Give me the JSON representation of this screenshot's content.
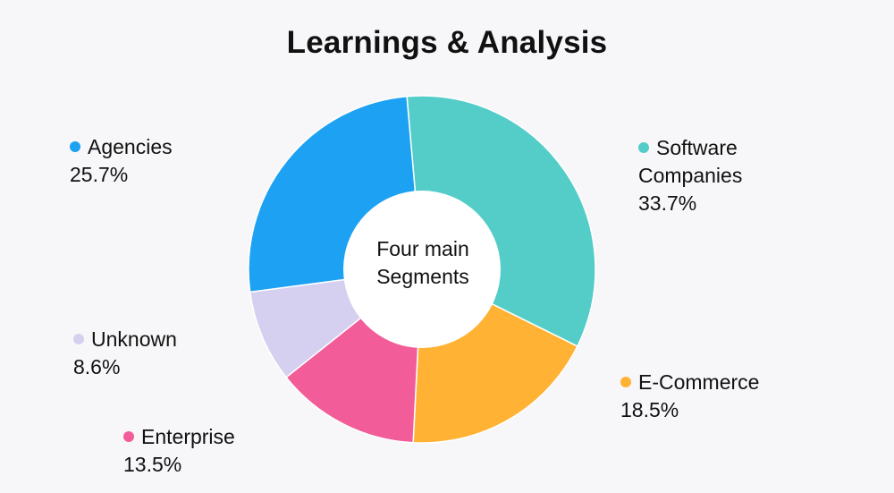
{
  "chart_data": {
    "type": "pie",
    "title": "Learnings & Analysis",
    "center_label": [
      "Four main",
      "Segments"
    ],
    "slices": [
      {
        "name": "Software Companies",
        "label_lines": [
          "Software",
          "Companies"
        ],
        "value": 33.7,
        "value_label": "33.7%",
        "color": "#54cdc8"
      },
      {
        "name": "E-Commerce",
        "label_lines": [
          "E-Commerce"
        ],
        "value": 18.5,
        "value_label": "18.5%",
        "color": "#ffb233"
      },
      {
        "name": "Enterprise",
        "label_lines": [
          "Enterprise"
        ],
        "value": 13.5,
        "value_label": "13.5%",
        "color": "#f25c98"
      },
      {
        "name": "Unknown",
        "label_lines": [
          "Unknown"
        ],
        "value": 8.6,
        "value_label": "8.6%",
        "color": "#d6d0f0"
      },
      {
        "name": "Agencies",
        "label_lines": [
          "Agencies"
        ],
        "value": 25.7,
        "value_label": "25.7%",
        "color": "#1da1f2"
      }
    ],
    "legend_placement": "around"
  }
}
